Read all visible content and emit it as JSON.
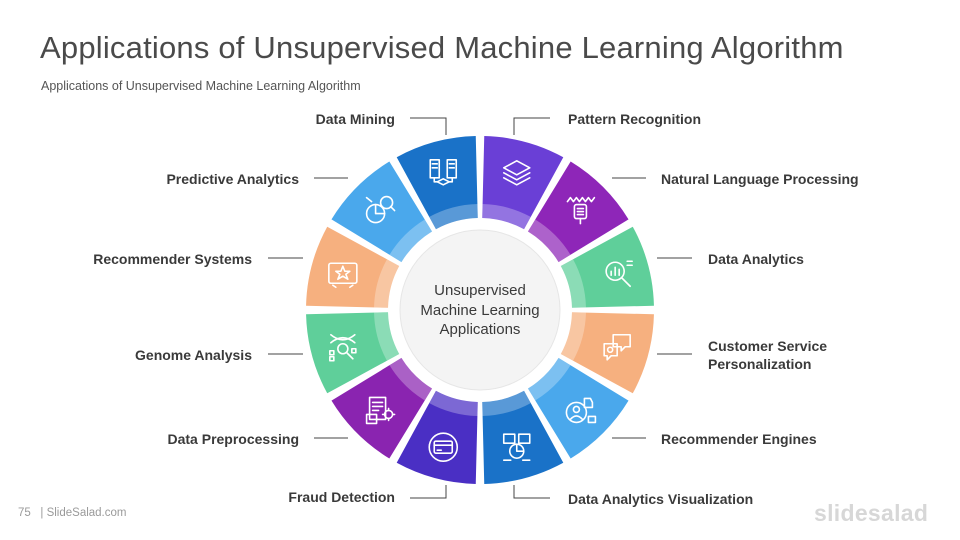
{
  "title": "Applications of Unsupervised Machine Learning Algorithm",
  "subtitle": "Applications  of Unsupervised  Machine  Learning  Algorithm",
  "center": {
    "line1": "Unsupervised",
    "line2": "Machine Learning",
    "line3": "Applications"
  },
  "segments": [
    {
      "label": "Pattern Recognition",
      "color": "#6a3fd6",
      "icon": "layers-icon"
    },
    {
      "label": "Natural Language Processing",
      "color": "#8e26b8",
      "icon": "voice-recorder-icon"
    },
    {
      "label": "Data Analytics",
      "color": "#5fcf9a",
      "icon": "magnifier-chart-icon"
    },
    {
      "label": "Customer Service Personalization",
      "color": "#f6b07f",
      "icon": "chat-bubbles-icon"
    },
    {
      "label": "Recommender Engines",
      "color": "#4aa8ec",
      "icon": "user-recommend-icon"
    },
    {
      "label": "Data Analytics Visualization",
      "color": "#1a72c8",
      "icon": "dashboard-charts-icon"
    },
    {
      "label": "Fraud Detection",
      "color": "#4a2fc4",
      "icon": "credit-card-icon"
    },
    {
      "label": "Data Preprocessing",
      "color": "#8a24b0",
      "icon": "document-gear-icon"
    },
    {
      "label": "Genome Analysis",
      "color": "#5fcf9a",
      "icon": "dna-icon"
    },
    {
      "label": "Recommender Systems",
      "color": "#f6b07f",
      "icon": "star-rating-icon"
    },
    {
      "label": "Predictive Analytics",
      "color": "#4aa8ec",
      "icon": "pie-search-icon"
    },
    {
      "label": "Data Mining",
      "color": "#1a72c8",
      "icon": "server-cube-icon"
    }
  ],
  "footer": {
    "page_number": "75",
    "site": "| SlideSalad.com"
  },
  "brand": "slidesalad"
}
